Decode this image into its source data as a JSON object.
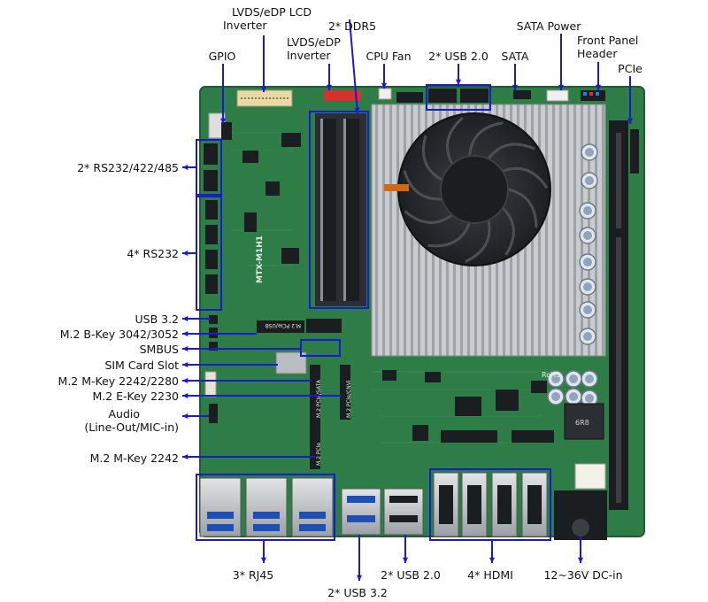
{
  "labels": {
    "lvds_lcd_line1": "LVDS/eDP LCD",
    "lvds_lcd_line2": "Inverter",
    "ddr5": "2* DDR5",
    "sata_power": "SATA Power",
    "front_panel_line1": "Front Panel",
    "front_panel_line2": "Header",
    "gpio": "GPIO",
    "lvds_inv_line1": "LVDS/eDP",
    "lvds_inv_line2": "Inverter",
    "cpu_fan": "CPU Fan",
    "usb20_top": "2* USB 2.0",
    "sata": "SATA",
    "pcie": "PCIe",
    "rs232_422_485": "2* RS232/422/485",
    "rs232": "4* RS232",
    "usb32_left": "USB 3.2",
    "m2_bkey": "M.2 B-Key 3042/3052",
    "smbus": "SMBUS",
    "sim": "SIM Card Slot",
    "m2_mkey_2242_2280": "M.2 M-Key 2242/2280",
    "m2_ekey": "M.2 E-Key 2230",
    "audio_line1": "Audio",
    "audio_line2": "(Line-Out/MIC-in)",
    "m2_mkey_2242": "M.2 M-Key 2242",
    "rj45": "3* RJ45",
    "usb32_bottom": "2* USB 3.2",
    "usb20_bottom": "2* USB 2.0",
    "hdmi": "4* HDMI",
    "dcin": "12~36V DC-in"
  },
  "board_marks": {
    "model": "MTX-M1H1",
    "silk_pcie_usb": "M.2 PCIe/USB",
    "silk_pcie_sata": "M.2 PCIe/SATA",
    "silk_pcie_cnvi": "M.2 PCIe/CNVi",
    "silk_pcie": "M.2 PCIe",
    "rohs": "RoHS",
    "inductor": "6R8"
  },
  "colors": {
    "pcb": "#2e7d46",
    "pcb_dark": "#1f5e33",
    "heatsink": "#c9ccce",
    "fan": "#2b2f33",
    "callout": "#1a1ad6",
    "connector_red": "#d8302c",
    "metal": "#b9bcc0"
  }
}
